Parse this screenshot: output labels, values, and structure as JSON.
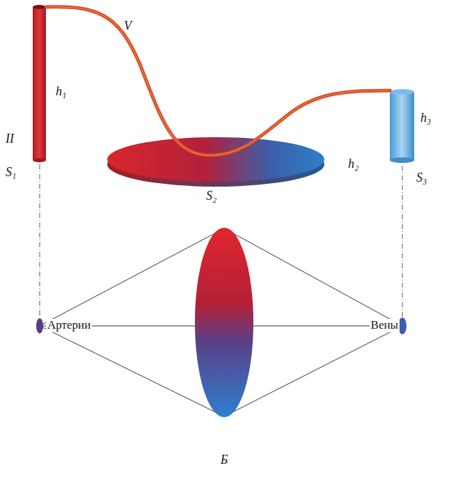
{
  "diagram": {
    "labels": [
      "V",
      "h₁",
      "II",
      "S₁",
      "S₂",
      "h₂",
      "h₃",
      "S₃",
      "Артерии",
      "Вены",
      "Б"
    ]
  }
}
